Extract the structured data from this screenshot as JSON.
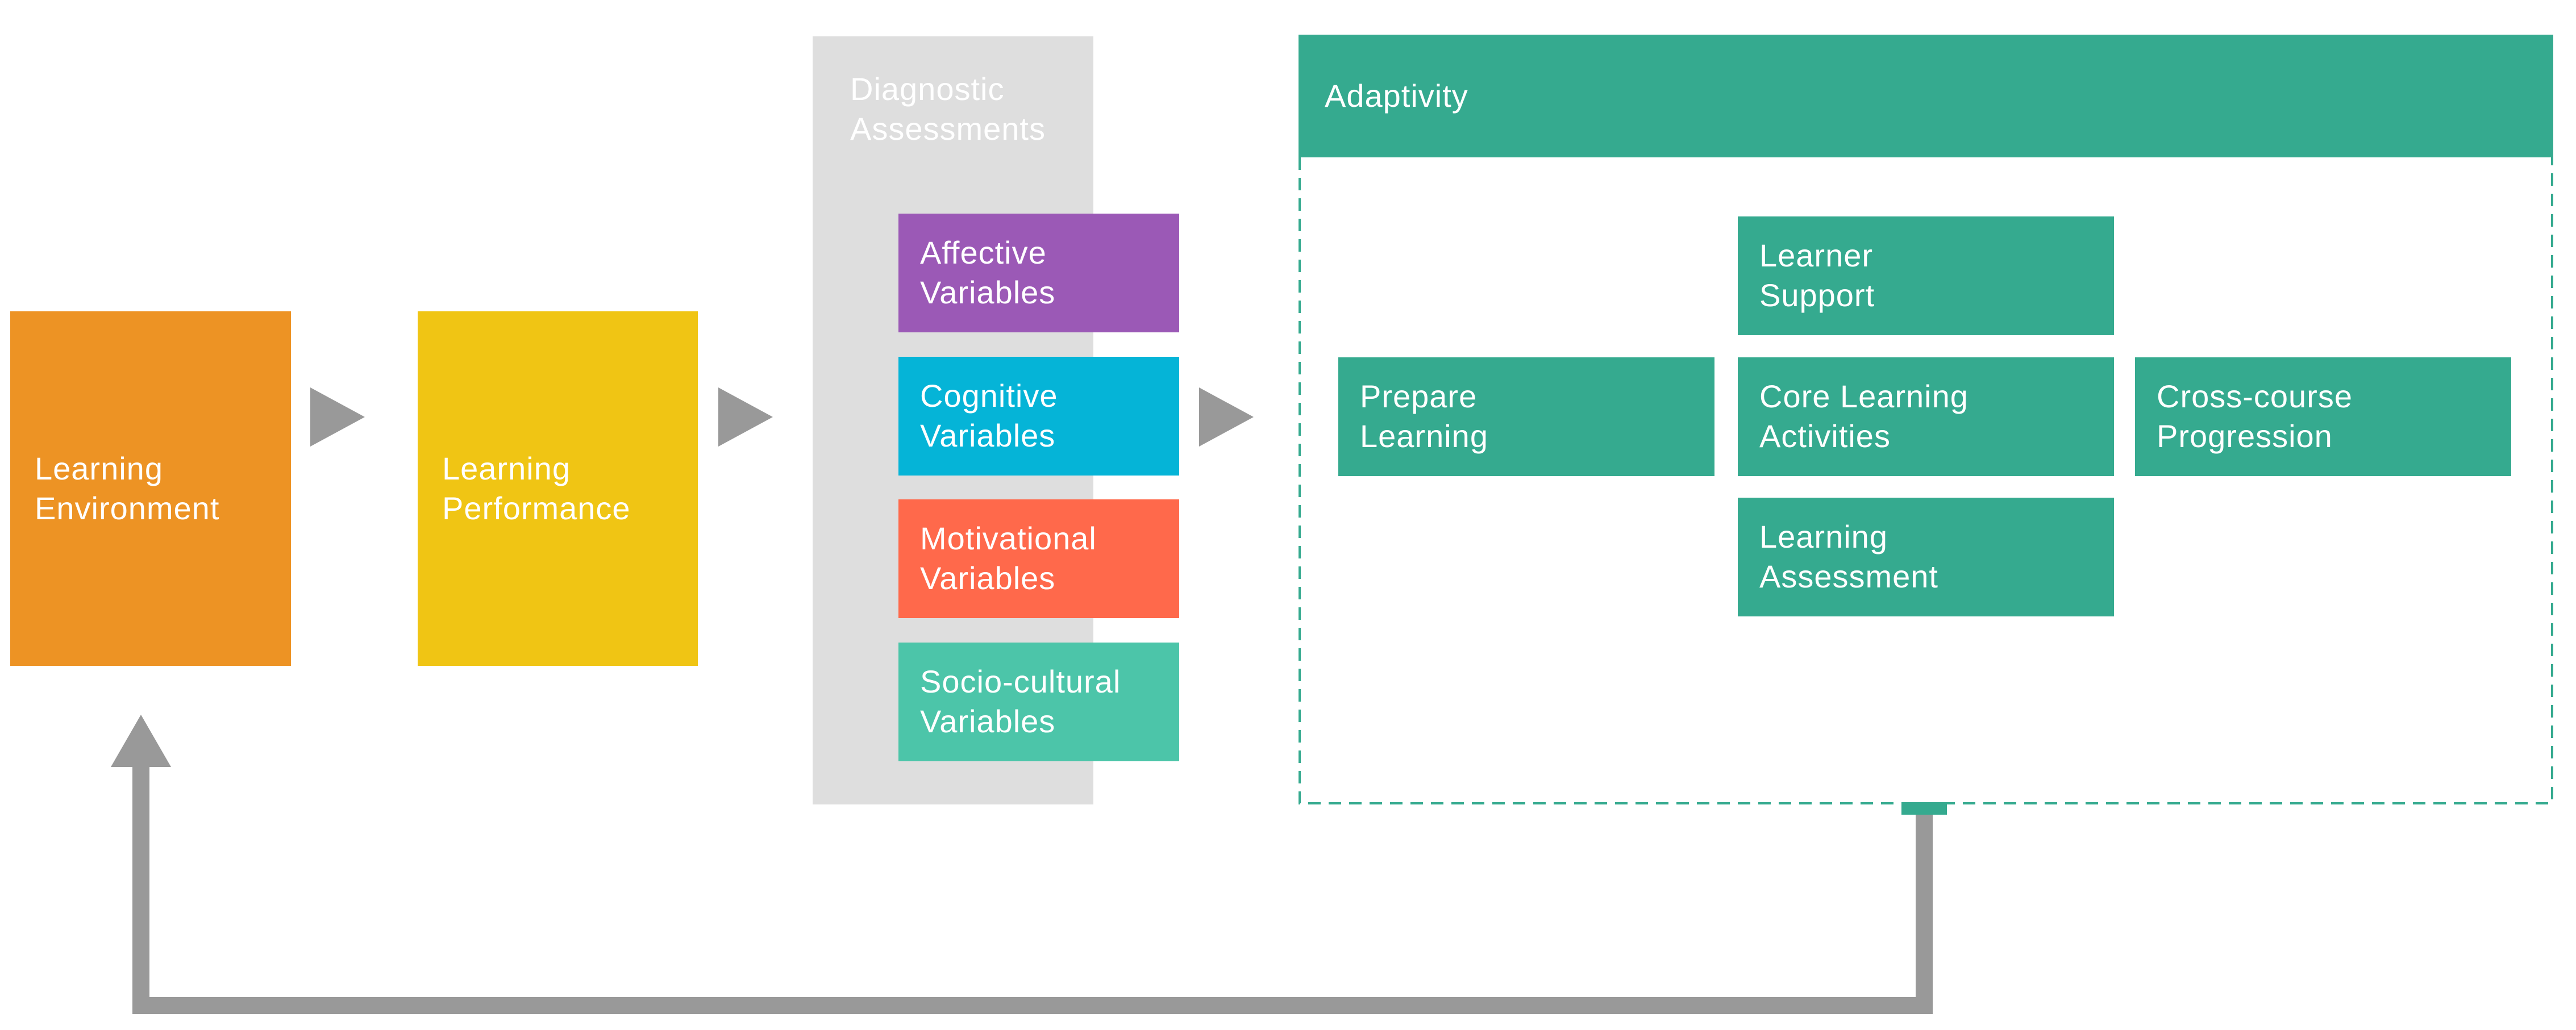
{
  "colors": {
    "orange": "#ED9324",
    "yellow": "#F0C514",
    "gray_panel": "#DEDEDE",
    "purple": "#9B59B6",
    "blue": "#05B4D7",
    "red": "#FF694B",
    "teal_light": "#4CC5A9",
    "teal": "#35AA8F",
    "arrow_gray": "#999999"
  },
  "flow": {
    "learning_environment": "Learning\nEnvironment",
    "learning_performance": "Learning\nPerformance"
  },
  "diagnostic": {
    "title": "Diagnostic\nAssessments",
    "variables": [
      "Affective\nVariables",
      "Cognitive\nVariables",
      "Motivational\nVariables",
      "Socio-cultural\nVariables"
    ]
  },
  "adaptivity": {
    "title": "Adaptivity",
    "learner_support": "Learner\nSupport",
    "prepare_learning": "Prepare\nLearning",
    "core_learning_activities": "Core Learning\nActivities",
    "cross_course_progression": "Cross-course\nProgression",
    "learning_assessment": "Learning\nAssessment"
  }
}
